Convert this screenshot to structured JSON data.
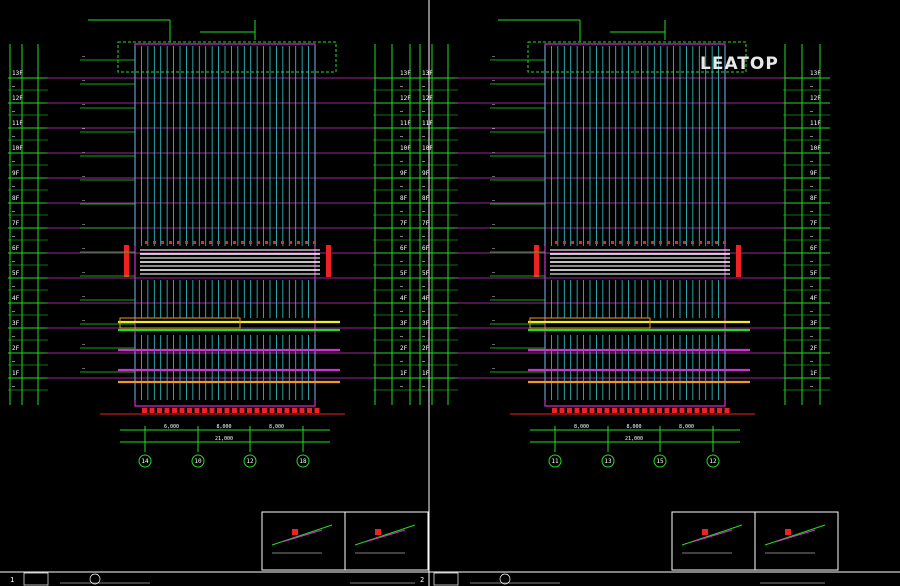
{
  "watermark": "LEATOP",
  "panels": [
    {
      "id": "left",
      "sheet_index": "1",
      "floor_labels": [
        "13F",
        "12F",
        "11F",
        "10F",
        "9F",
        "8F",
        "7F",
        "6F",
        "5F",
        "4F",
        "3F",
        "2F",
        "1F"
      ],
      "axis_bubbles": [
        "14",
        "10",
        "12",
        "18"
      ],
      "span_labels": [
        "6,000",
        "8,000",
        "8,000"
      ],
      "total_label": "21,000"
    },
    {
      "id": "right",
      "sheet_index": "2",
      "floor_labels": [
        "13F",
        "12F",
        "11F",
        "10F",
        "9F",
        "8F",
        "7F",
        "6F",
        "5F",
        "4F",
        "3F",
        "2F",
        "1F"
      ],
      "axis_bubbles": [
        "11",
        "13",
        "15",
        "12"
      ],
      "span_labels": [
        "8,000",
        "8,000",
        "8,000"
      ],
      "total_label": "21,000"
    }
  ],
  "colors": {
    "background": "#000000",
    "grid_green": "#22dd22",
    "curtain_cyan": "#33cccc",
    "frame_magenta": "#cc33cc",
    "white": "#ffffff",
    "red": "#ee2222",
    "yellow": "#eeee22",
    "orange": "#ee9922"
  }
}
